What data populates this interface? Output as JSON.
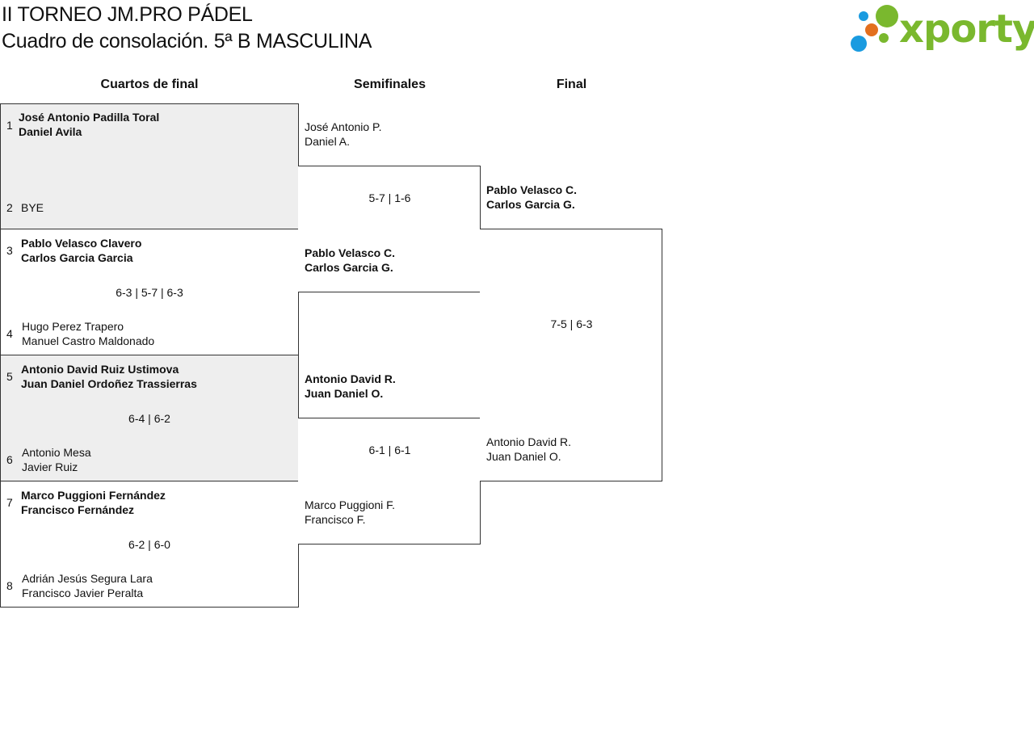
{
  "header": {
    "title": "II TORNEO JM.PRO PÁDEL",
    "subtitle": "Cuadro de consolación. 5ª B MASCULINA"
  },
  "logo": {
    "text": "xporty",
    "colors": {
      "green": "#7ab82e",
      "blue": "#1a9be0",
      "orange": "#e36f1e"
    }
  },
  "rounds": {
    "quarters": "Cuartos de final",
    "semis": "Semifinales",
    "final": "Final"
  },
  "quarterfinals": [
    {
      "top": {
        "seed": "1",
        "p1": "José Antonio Padilla Toral",
        "p2": "Daniel Avila"
      },
      "bottom": {
        "seed": "2",
        "p1": "BYE",
        "p2": ""
      },
      "score": ""
    },
    {
      "top": {
        "seed": "3",
        "p1": "Pablo Velasco Clavero",
        "p2": "Carlos Garcia Garcia"
      },
      "bottom": {
        "seed": "4",
        "p1": "Hugo Perez Trapero",
        "p2": "Manuel Castro Maldonado"
      },
      "score": "6-3 | 5-7 | 6-3"
    },
    {
      "top": {
        "seed": "5",
        "p1": "Antonio David Ruiz Ustimova",
        "p2": "Juan Daniel Ordoñez Trassierras"
      },
      "bottom": {
        "seed": "6",
        "p1": "Antonio Mesa",
        "p2": "Javier Ruiz"
      },
      "score": "6-4 | 6-2"
    },
    {
      "top": {
        "seed": "7",
        "p1": "Marco Puggioni Fernández",
        "p2": "Francisco Fernández"
      },
      "bottom": {
        "seed": "8",
        "p1": "Adrián Jesús Segura Lara",
        "p2": "Francisco Javier Peralta"
      },
      "score": "6-2 | 6-0"
    }
  ],
  "semifinals": [
    {
      "top": {
        "p1": "José Antonio P.",
        "p2": "Daniel A."
      },
      "bottom": {
        "p1": "Pablo Velasco C.",
        "p2": "Carlos Garcia G."
      },
      "score": "5-7 | 1-6"
    },
    {
      "top": {
        "p1": "Antonio David R.",
        "p2": "Juan Daniel O."
      },
      "bottom": {
        "p1": "Marco Puggioni F.",
        "p2": "Francisco F."
      },
      "score": "6-1 | 6-1"
    }
  ],
  "final": {
    "top": {
      "p1": "Pablo Velasco C.",
      "p2": "Carlos Garcia G."
    },
    "bottom": {
      "p1": "Antonio David R.",
      "p2": "Juan Daniel O."
    },
    "score": "7-5 | 6-3"
  }
}
